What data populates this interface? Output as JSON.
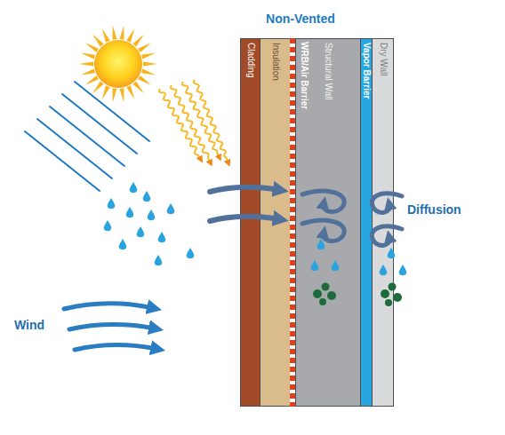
{
  "diagram": {
    "title": "Non-Vented",
    "nodes": [
      {
        "text": [
          "Cladding"
        ]
      },
      {
        "text": [
          "Insulation"
        ]
      },
      {
        "text": [
          "WRB/Air Barrier"
        ]
      },
      {
        "text": [
          "Structural Wall"
        ]
      },
      {
        "text": [
          "Vapor Barrier"
        ]
      },
      {
        "text": [
          "Dry Wall"
        ]
      }
    ],
    "labels": [
      "Wind",
      "Diffusion"
    ]
  }
}
